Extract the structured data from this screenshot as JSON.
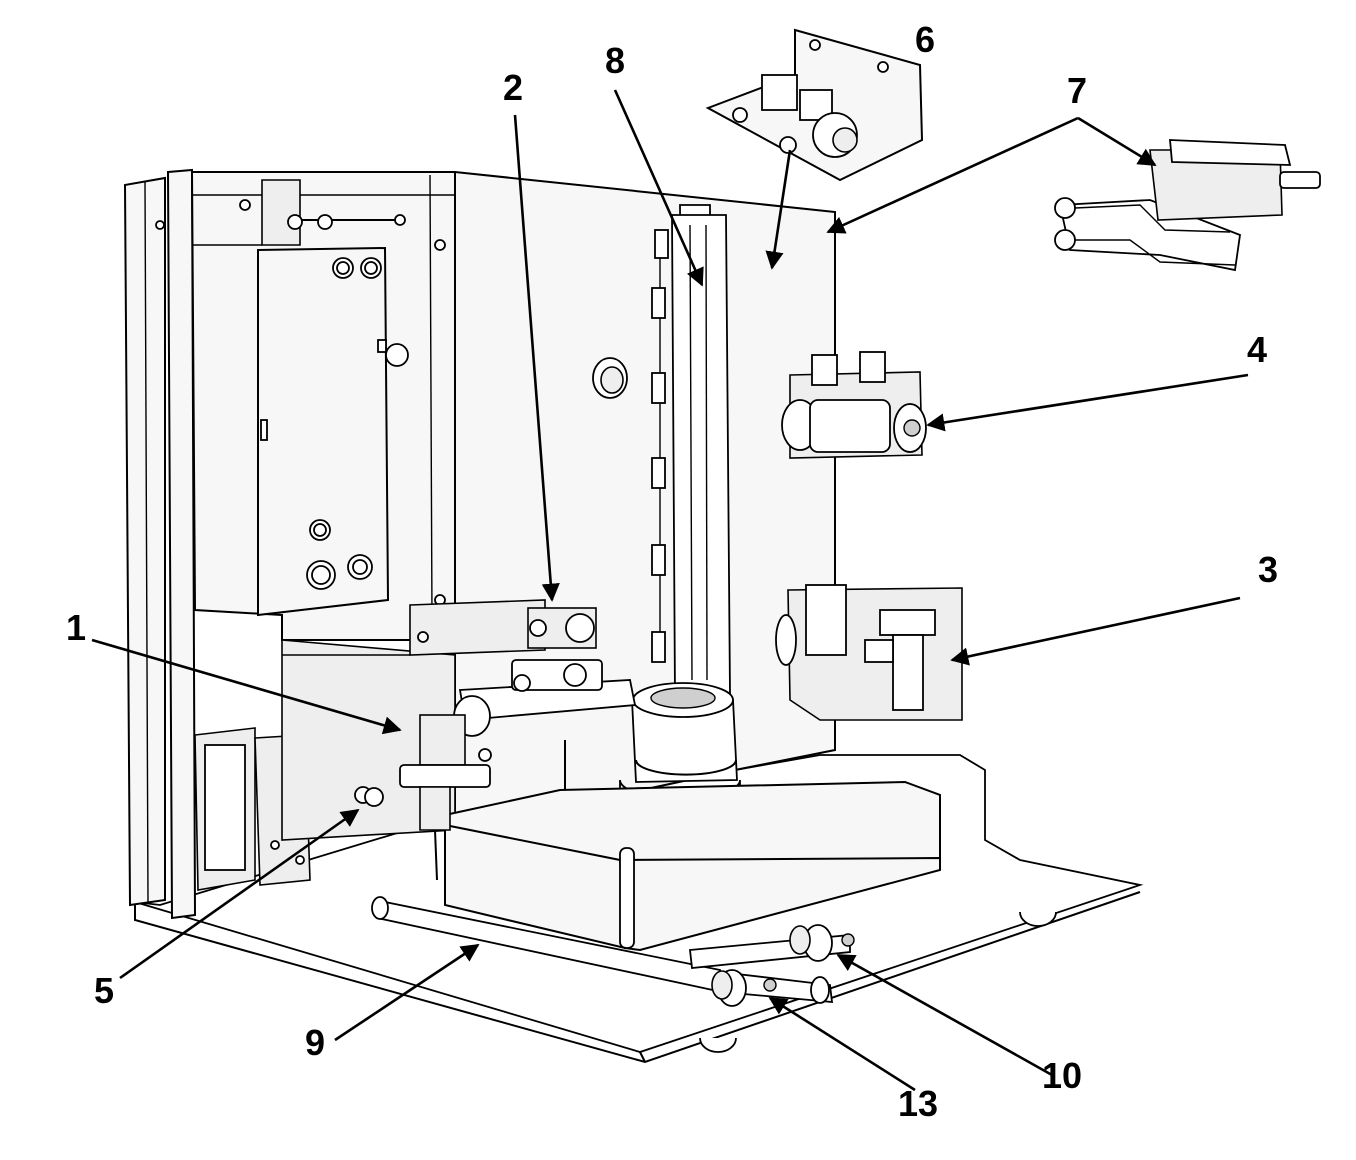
{
  "callouts": [
    {
      "id": "1",
      "label": "1"
    },
    {
      "id": "2",
      "label": "2"
    },
    {
      "id": "3",
      "label": "3"
    },
    {
      "id": "4",
      "label": "4"
    },
    {
      "id": "5",
      "label": "5"
    },
    {
      "id": "6",
      "label": "6"
    },
    {
      "id": "7",
      "label": "7"
    },
    {
      "id": "8",
      "label": "8"
    },
    {
      "id": "9",
      "label": "9"
    },
    {
      "id": "10",
      "label": "10"
    },
    {
      "id": "13",
      "label": "13"
    }
  ],
  "colors": {
    "line": "#000000",
    "background": "#ffffff",
    "fill": "#f7f7f7"
  }
}
